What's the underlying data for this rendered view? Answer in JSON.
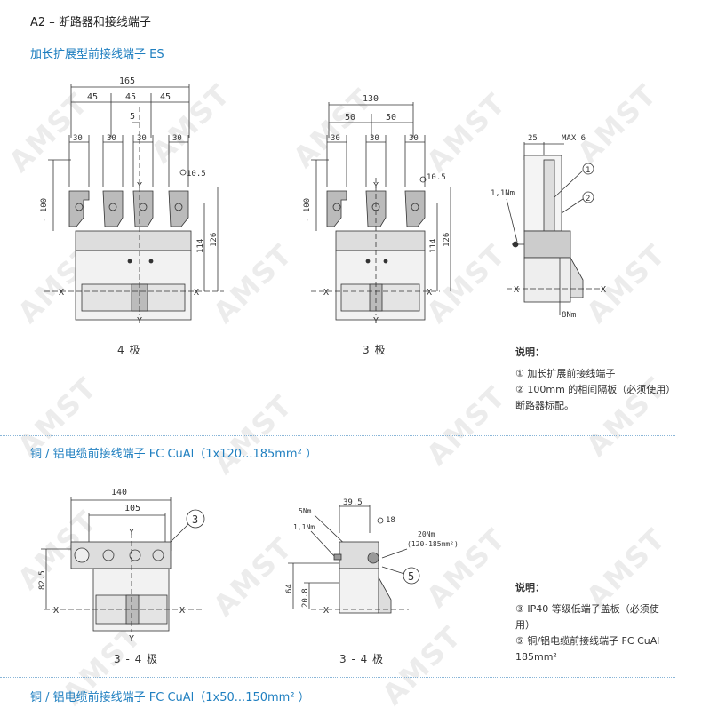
{
  "header": {
    "title": "A2 – 断路器和接线端子"
  },
  "section1": {
    "title": "加长扩展型前接线端子 ES",
    "fig4": {
      "caption": "4 极",
      "d165": "165",
      "d45a": "45",
      "d45b": "45",
      "d45c": "45",
      "d5": "5",
      "d30a": "30",
      "d30b": "30",
      "d30c": "30",
      "d30d": "30",
      "d105": "10.5",
      "dim100": "- 100",
      "d114": "114",
      "d126": "126",
      "x": "X",
      "y": "Y"
    },
    "fig3": {
      "caption": "3 极",
      "d130": "130",
      "d50a": "50",
      "d50b": "50",
      "d30a": "30",
      "d30b": "30",
      "d30c": "30",
      "d105": "10.5",
      "dim100": "- 100",
      "d114": "114",
      "d126": "126",
      "x": "X",
      "y": "Y"
    },
    "side": {
      "d25": "25",
      "max6": "MAX 6",
      "nm1": "1,1Nm",
      "nm8": "8Nm",
      "c1": "1",
      "c2": "2",
      "x": "X"
    },
    "notes": {
      "title": "说明：",
      "items": [
        "① 加长扩展前接线端子",
        "② 100mm 的相间隔板（必须使用）",
        "断路器标配。"
      ]
    }
  },
  "section2": {
    "title": "铜 / 铝电缆前接线端子 FC CuAl（1x120...185mm² ）",
    "figA": {
      "caption": "3 - 4 极",
      "d140": "140",
      "d105": "105",
      "d825": "82.5",
      "c3": "3",
      "x": "X",
      "y": "Y"
    },
    "figB": {
      "caption": "3 - 4 极",
      "d395": "39.5",
      "d18": "18",
      "nm5": "5Nm",
      "nm11": "1,1Nm",
      "nm20": "20Nm",
      "range": "(120-185mm²)",
      "d64": "64",
      "d208": "20.8",
      "c5": "5",
      "x": "X"
    },
    "notes": {
      "title": "说明：",
      "items": [
        "③ IP40 等级低端子盖板（必须使",
        "用）",
        "⑤ 铜/铝电缆前接线端子 FC CuAl",
        "185mm²"
      ]
    }
  },
  "section3": {
    "title": "铜 / 铝电缆前接线端子 FC CuAl（1x50...150mm² ）"
  },
  "watermark": "AMST",
  "colors": {
    "accent": "#1f7fc0",
    "rule": "#8ab6d8",
    "line": "#333333"
  }
}
